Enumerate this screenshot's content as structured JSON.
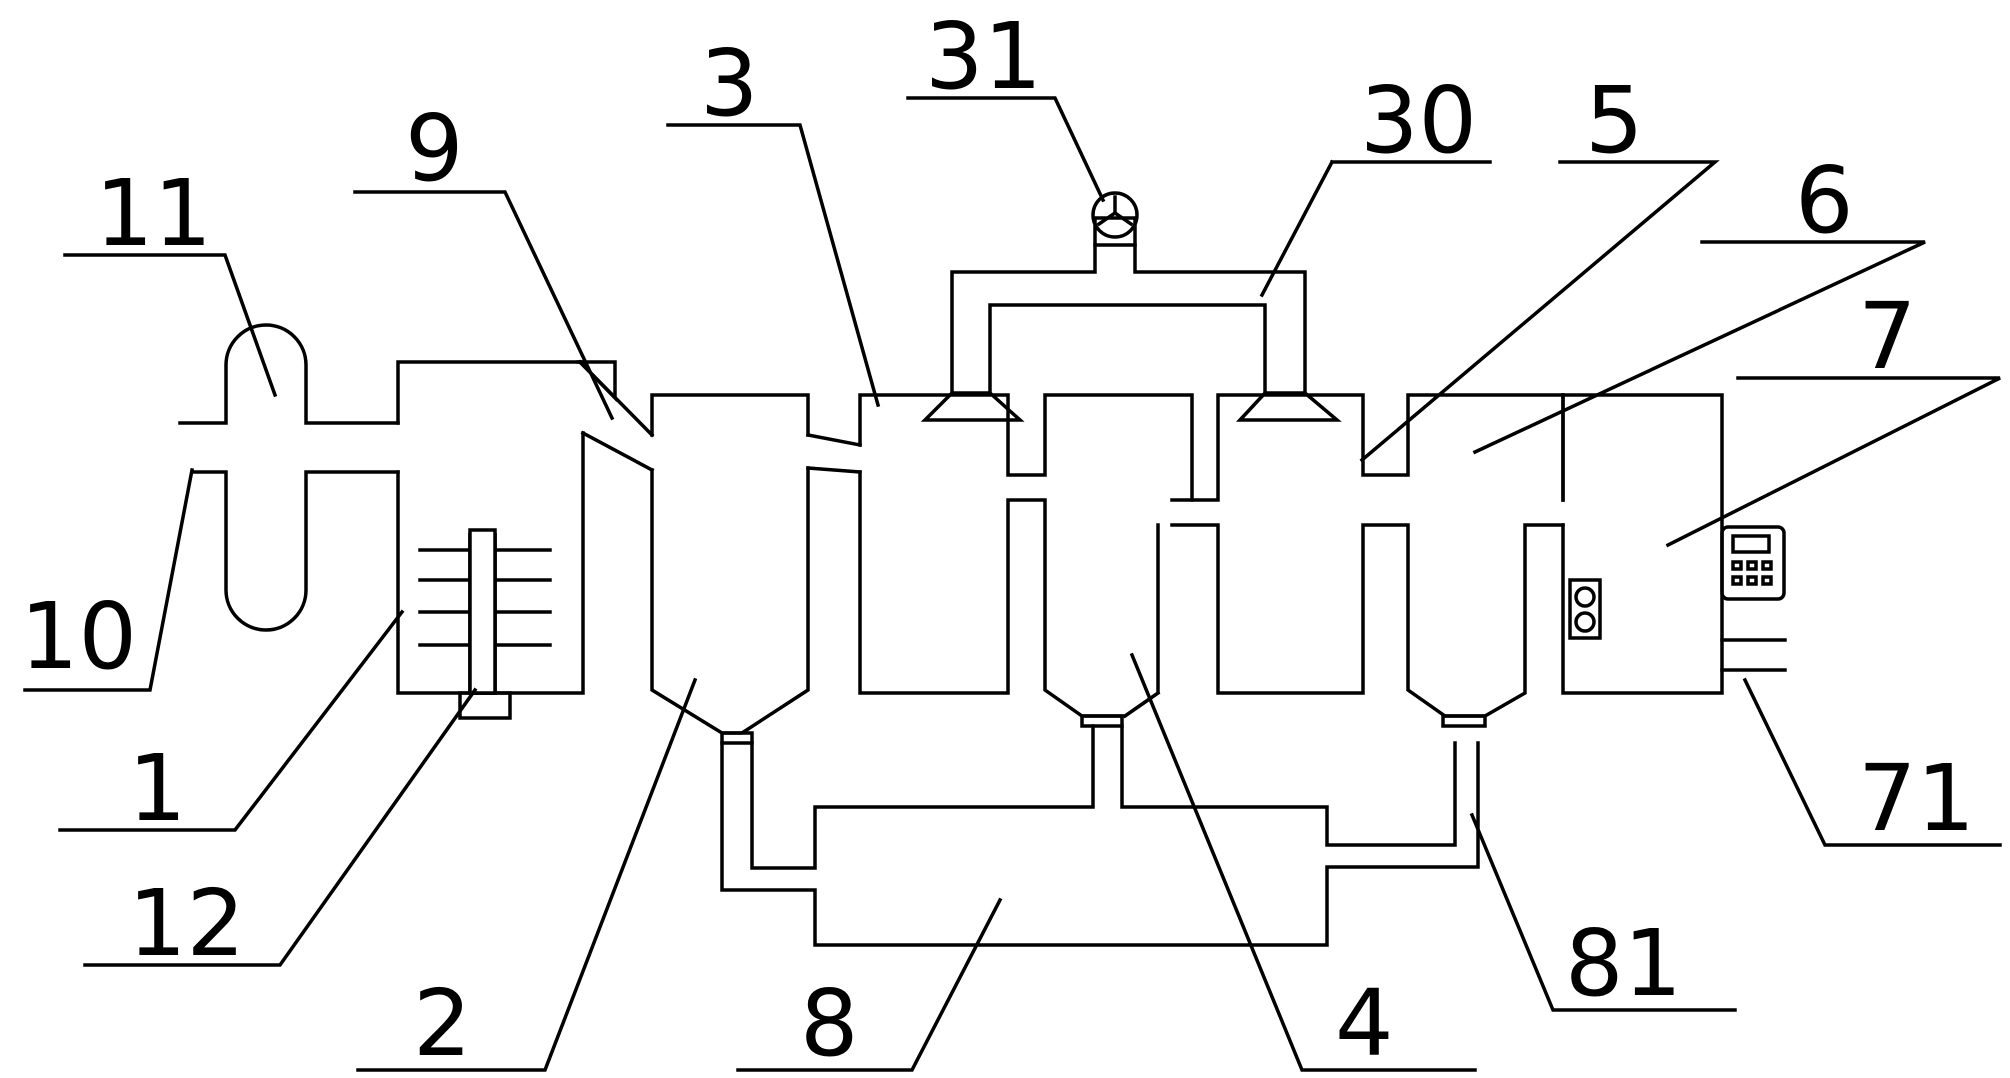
{
  "labels": {
    "l1": "1",
    "l2": "2",
    "l3": "3",
    "l4": "4",
    "l5": "5",
    "l6": "6",
    "l7": "7",
    "l8": "8",
    "l9": "9",
    "l10": "10",
    "l11": "11",
    "l12": "12",
    "l30": "30",
    "l31": "31",
    "l71": "71",
    "l81": "81"
  }
}
